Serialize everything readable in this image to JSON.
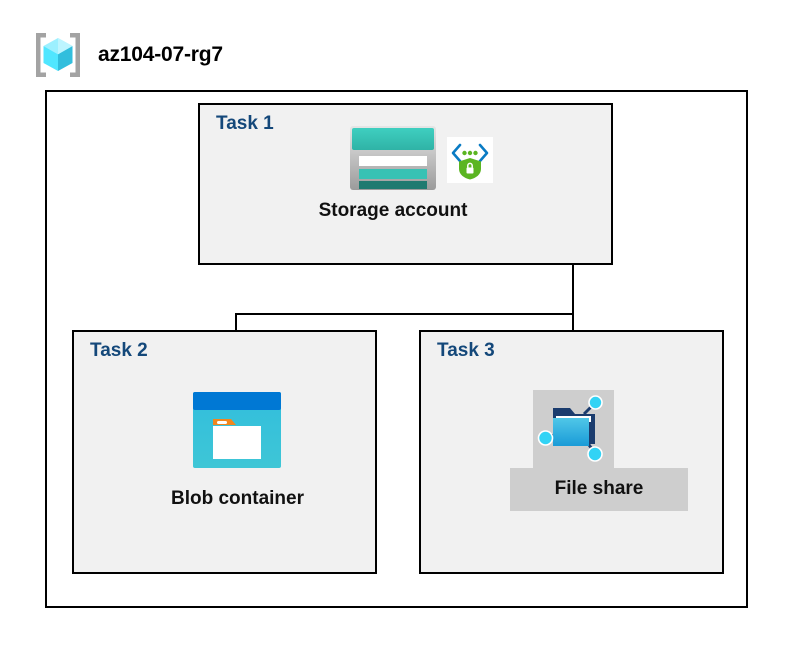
{
  "diagram": {
    "resource_group": {
      "name": "az104-07-rg7",
      "icon": "resource-group-cube-icon"
    },
    "tasks": [
      {
        "id": "task1",
        "label": "Task 1",
        "node_label": "Storage account",
        "icons": [
          "storage-account-icon",
          "secured-endpoint-shield-icon"
        ],
        "selected": false
      },
      {
        "id": "task2",
        "label": "Task 2",
        "node_label": "Blob container",
        "icons": [
          "blob-container-icon"
        ],
        "selected": false
      },
      {
        "id": "task3",
        "label": "Task 3",
        "node_label": "File share",
        "icons": [
          "file-share-folder-icon"
        ],
        "selected": true
      }
    ],
    "connections": [
      {
        "from": "Storage account",
        "to": "Blob container"
      },
      {
        "from": "Storage account",
        "to": "File share"
      }
    ],
    "colors": {
      "task_label": "#14487a",
      "node_label": "#111111",
      "task_box_fill": "#f1f1f1",
      "outer_box_fill": "#ffffff",
      "border": "#000000",
      "selection_highlight": "#cecece",
      "storage_teal": "#37c2b4",
      "blob_blue": "#0078d4",
      "blob_cyan": "#32bedd",
      "shield_green": "#5bb522",
      "cube_cyan": "#50e6ff"
    }
  }
}
